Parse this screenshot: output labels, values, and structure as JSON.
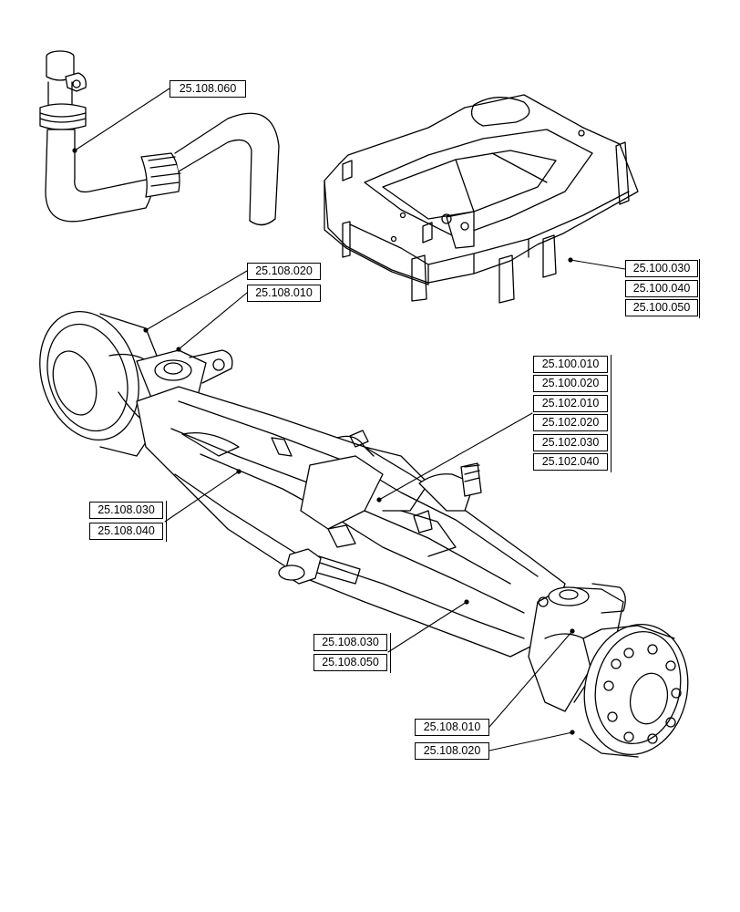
{
  "callouts": {
    "hose": "25.108.060",
    "pan_1": "25.100.030",
    "pan_2": "25.100.040",
    "pan_3": "25.100.050",
    "left_hub_1": "25.108.020",
    "left_hub_2": "25.108.010",
    "center_1": "25.100.010",
    "center_2": "25.100.020",
    "center_3": "25.102.010",
    "center_4": "25.102.020",
    "center_5": "25.102.030",
    "center_6": "25.102.040",
    "left_tube_1": "25.108.030",
    "left_tube_2": "25.108.040",
    "right_tube_1": "25.108.030",
    "right_tube_2": "25.108.050",
    "right_hub_1": "25.108.010",
    "right_hub_2": "25.108.020"
  },
  "colors": {
    "line": "#000000",
    "background": "#ffffff"
  }
}
